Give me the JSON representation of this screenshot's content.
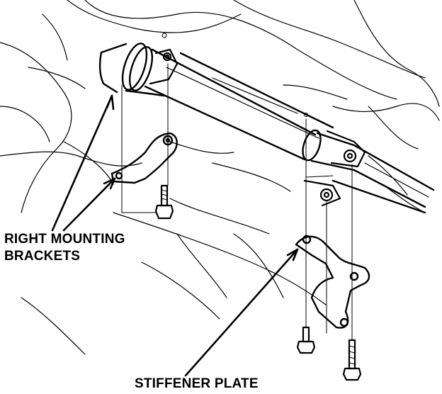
{
  "labels": {
    "right_mounting_brackets_line1": "RIGHT MOUNTING",
    "right_mounting_brackets_line2": "BRACKETS",
    "stiffener_plate": "STIFFENER PLATE"
  },
  "colors": {
    "ink": "#000000",
    "paper": "#ffffff"
  }
}
